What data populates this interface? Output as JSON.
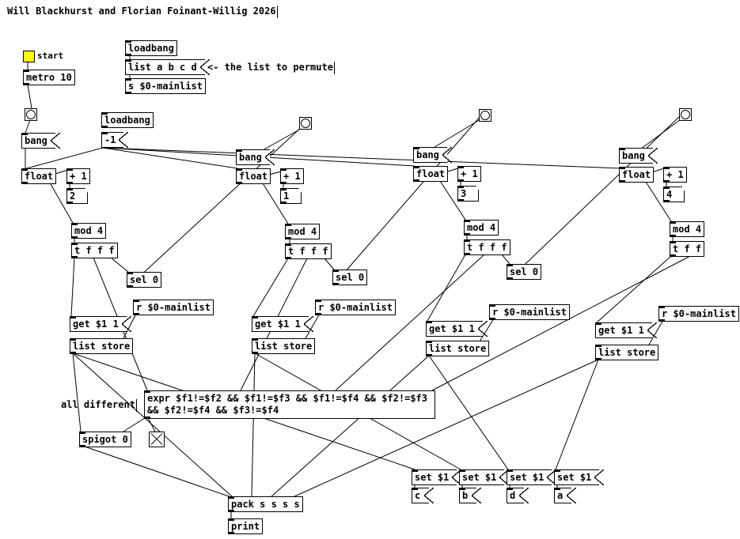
{
  "title": "Will Blackhurst and Florian Foinant-Willig 2026",
  "header": {
    "loadbang_top": "loadbang",
    "list_msg": "list a b c d",
    "list_comment": "<- the list to permute",
    "send_mainlist": "s $0-mainlist"
  },
  "control": {
    "start_label": "start",
    "metro": "metro 10",
    "bang_msg": "bang",
    "loadbang_mid": "loadbang",
    "minus_one": "-1",
    "all_different": "all different"
  },
  "columns": [
    {
      "bang": "bang",
      "float": "float",
      "plus": "+ 1",
      "atom": "2",
      "mod": "mod 4",
      "trigger": "t f f f",
      "sel": "sel 0",
      "receive": "r $0-mainlist",
      "get": "get $1 1",
      "store": "list store",
      "set": "set $1",
      "out": "c"
    },
    {
      "bang": "bang",
      "float": "float",
      "plus": "+ 1",
      "atom": "1",
      "mod": "mod 4",
      "trigger": "t f f f",
      "sel": "sel 0",
      "receive": "r $0-mainlist",
      "get": "get $1 1",
      "store": "list store",
      "set": "set $1",
      "out": "b"
    },
    {
      "bang": "bang",
      "float": "float",
      "plus": "+ 1",
      "atom": "3",
      "mod": "mod 4",
      "trigger": "t f f f",
      "sel": "sel 0",
      "receive": "r $0-mainlist",
      "get": "get $1 1",
      "store": "list store",
      "set": "set $1",
      "out": "d"
    },
    {
      "bang": "bang",
      "float": "float",
      "plus": "+ 1",
      "atom": "4",
      "mod": "mod 4",
      "trigger": "t f f",
      "sel": "",
      "receive": "r $0-mainlist",
      "get": "get $1 1",
      "store": "list store",
      "set": "set $1",
      "out": "a"
    }
  ],
  "bottom": {
    "expr": "expr $f1!=$f2 && $f1!=$f3 && $f1!=$f4 && $f2!=$f3 && $f2!=$f4 && $f3!=$f4",
    "spigot": "spigot 0",
    "pack": "pack s s s s",
    "print": "print"
  }
}
